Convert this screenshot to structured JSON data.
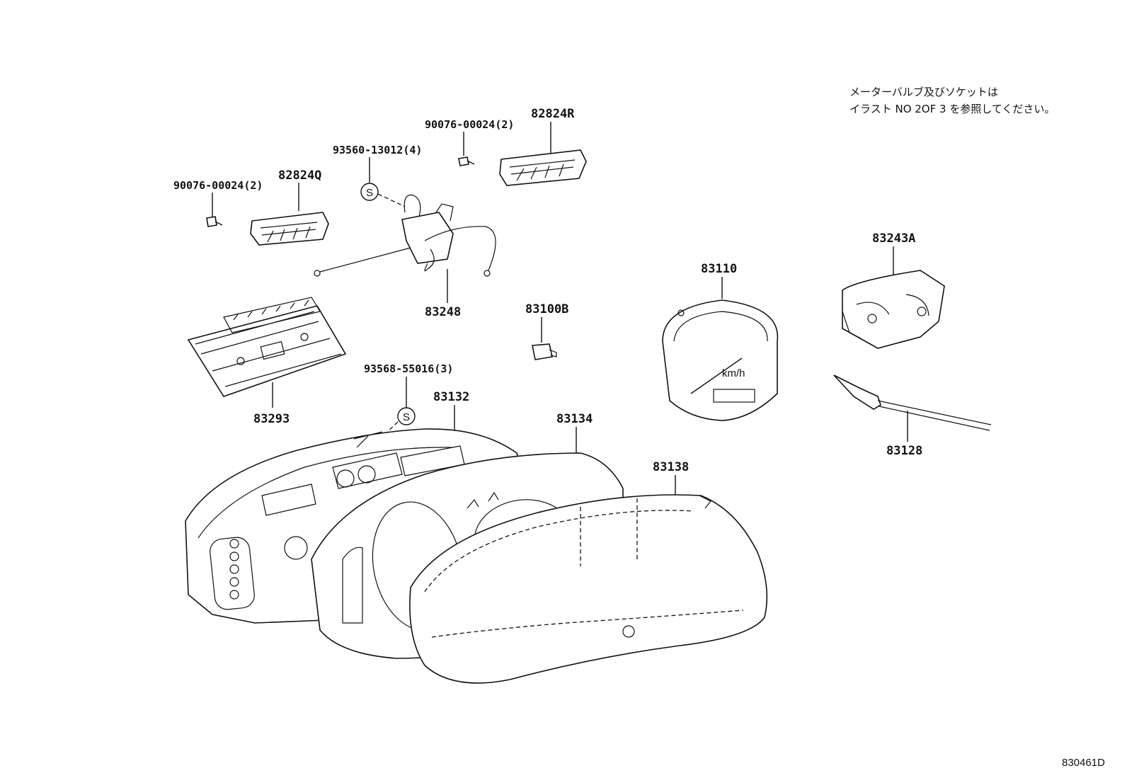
{
  "note": {
    "line1": "メーターバルブ及びソケットは",
    "line2": "イラスト NO 2OF 3 を参照してください。"
  },
  "reference": "830461D",
  "callouts": [
    {
      "id": "p82824R",
      "label": "82824R"
    },
    {
      "id": "p90076a",
      "label": "90076-00024(2)"
    },
    {
      "id": "p93560",
      "label": "93560-13012(4)"
    },
    {
      "id": "p90076b",
      "label": "90076-00024(2)"
    },
    {
      "id": "p82824Q",
      "label": "82824Q"
    },
    {
      "id": "p83248",
      "label": "83248"
    },
    {
      "id": "p83100B",
      "label": "83100B"
    },
    {
      "id": "p83110",
      "label": "83110"
    },
    {
      "id": "p83243A",
      "label": "83243A"
    },
    {
      "id": "p83293",
      "label": "83293"
    },
    {
      "id": "p93568",
      "label": "93568-55016(3)"
    },
    {
      "id": "p83132",
      "label": "83132"
    },
    {
      "id": "p83134",
      "label": "83134"
    },
    {
      "id": "p83138",
      "label": "83138"
    },
    {
      "id": "p83128",
      "label": "83128"
    }
  ],
  "symbols": {
    "s": "S"
  },
  "gauge_unit": "km/h"
}
